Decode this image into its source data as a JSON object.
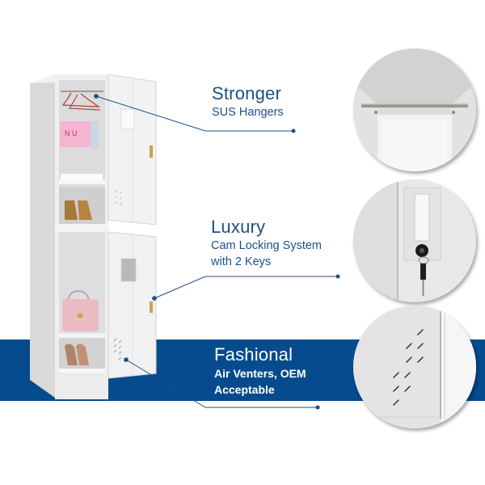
{
  "colors": {
    "brand_blue": "#064b8e",
    "text_blue": "#1d4f86",
    "locker_grey": "#e9e9e9",
    "white": "#ffffff"
  },
  "features": [
    {
      "title": "Stronger",
      "subtitle_lines": [
        "SUS Hangers"
      ],
      "detail_image": "hanging-rail-closeup",
      "pointer": "hanger-rail"
    },
    {
      "title": "Luxury",
      "subtitle_lines": [
        "Cam Locking System",
        "with 2 Keys"
      ],
      "detail_image": "cam-lock-with-keys-closeup",
      "pointer": "door-lock"
    },
    {
      "title": "Fashional",
      "subtitle_lines": [
        "Air Venters, OEM",
        "Acceptable"
      ],
      "detail_image": "air-vent-slots-closeup",
      "pointer": "door-vents"
    }
  ],
  "product": {
    "name": "two-door-steel-locker",
    "compartments": [
      {
        "position": "upper",
        "contents": [
          "hangers",
          "pink towel",
          "folded clothes",
          "boots"
        ]
      },
      {
        "position": "lower",
        "contents": [
          "pink handbag",
          "heels"
        ]
      }
    ]
  }
}
